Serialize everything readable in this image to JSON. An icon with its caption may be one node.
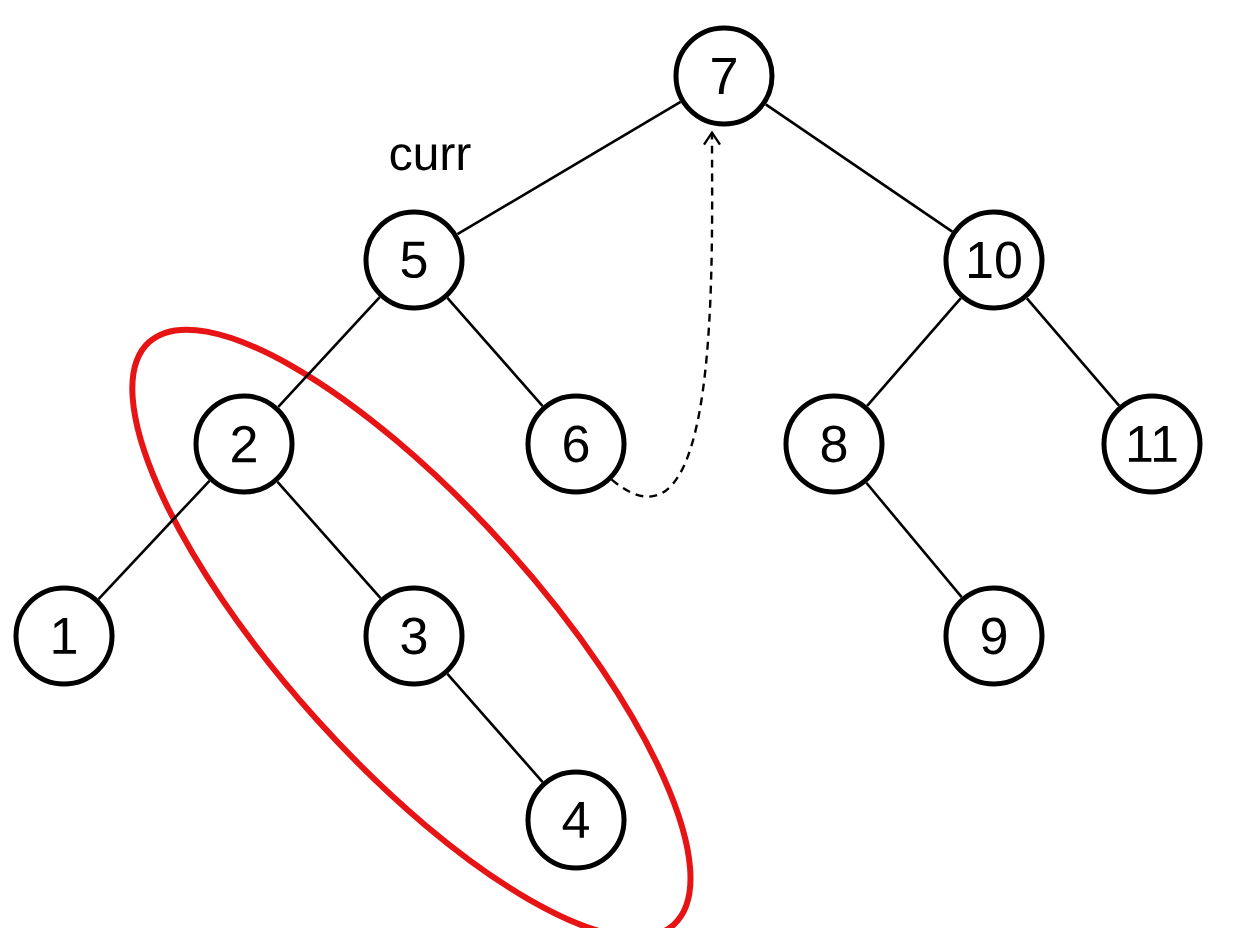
{
  "diagram": {
    "nodes": [
      {
        "text": [
          "7"
        ]
      },
      {
        "text": [
          "5"
        ],
        "beside": [
          "curr"
        ]
      },
      {
        "text": [
          "10"
        ]
      },
      {
        "text": [],
        "shape": "ellipse"
      },
      {
        "text": [
          "2"
        ],
        "in": 3
      },
      {
        "text": [
          "6"
        ]
      },
      {
        "text": [
          "8"
        ]
      },
      {
        "text": [
          "11"
        ]
      },
      {
        "text": [
          "1"
        ]
      },
      {
        "text": [
          "3"
        ],
        "in": 3
      },
      {
        "text": [
          "9"
        ]
      },
      {
        "text": [
          "4"
        ],
        "in": 3
      }
    ],
    "edges": [
      {
        "from": 0,
        "to": 1,
        "arrow": "none"
      },
      {
        "from": 0,
        "to": 2,
        "arrow": "none"
      },
      {
        "from": 1,
        "to": 4,
        "arrow": "none"
      },
      {
        "from": 1,
        "to": 5,
        "arrow": "none"
      },
      {
        "from": 2,
        "to": 6,
        "arrow": "none"
      },
      {
        "from": 2,
        "to": 7,
        "arrow": "none"
      },
      {
        "from": 4,
        "to": 8,
        "arrow": "none"
      },
      {
        "from": 4,
        "to": 9,
        "arrow": "none"
      },
      {
        "from": 6,
        "to": 10,
        "arrow": "none"
      },
      {
        "from": 9,
        "to": 11,
        "arrow": "none"
      },
      {
        "from": 5,
        "to": 0,
        "arrow": "to",
        "style": "dashed"
      }
    ]
  }
}
